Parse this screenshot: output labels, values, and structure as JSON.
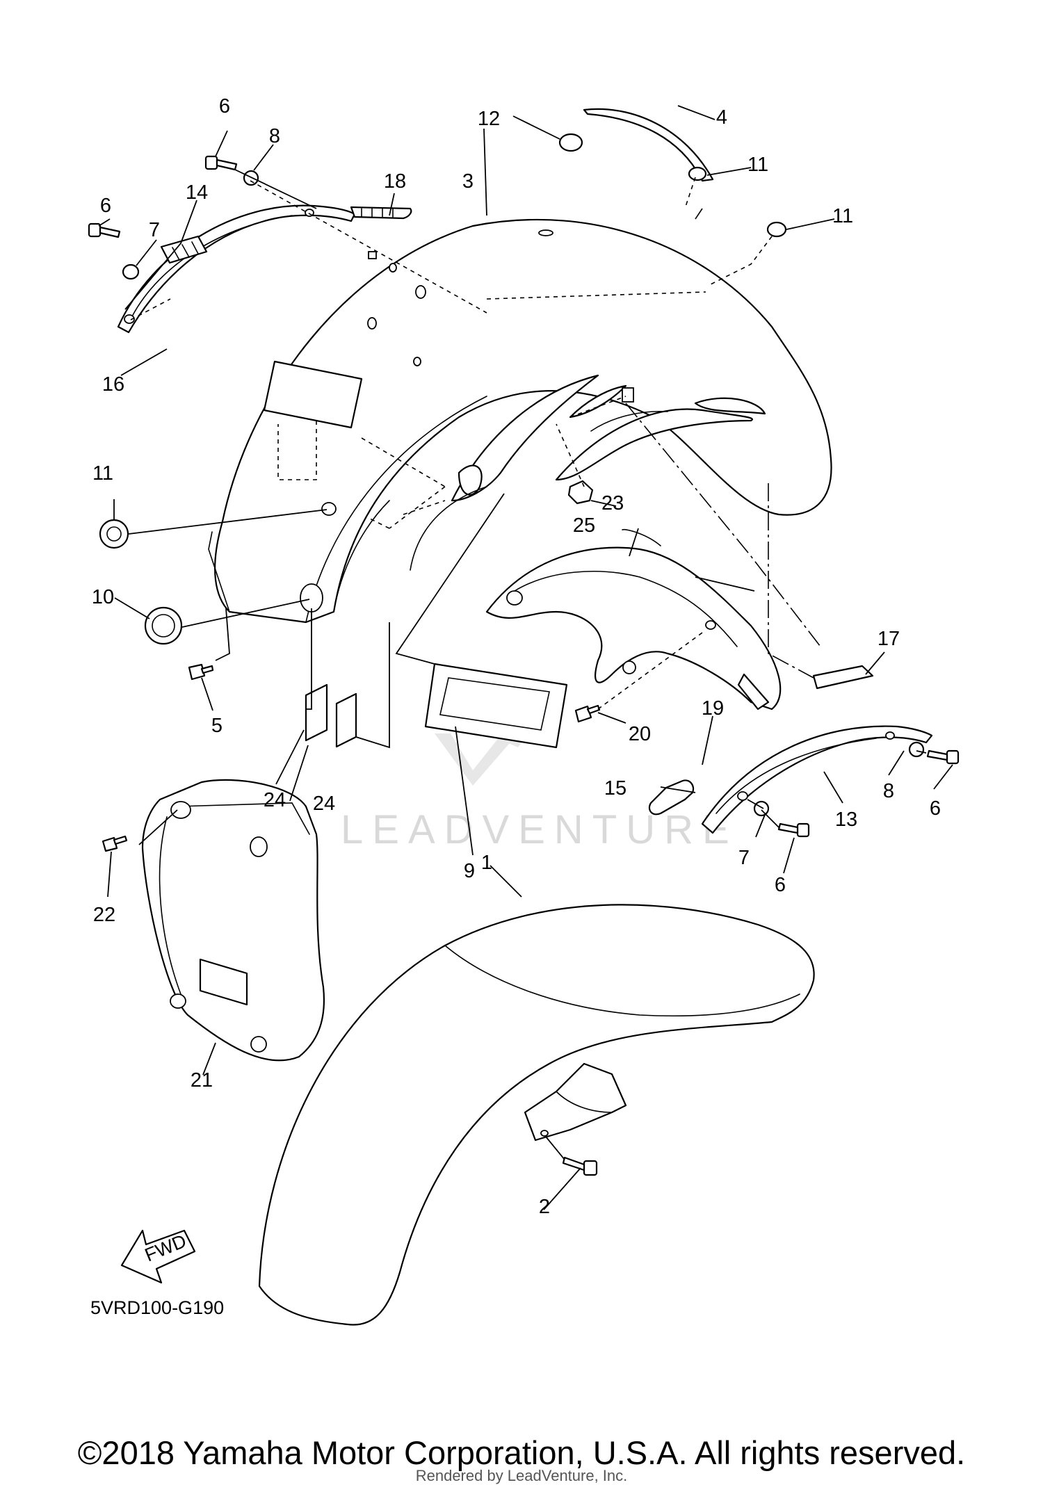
{
  "diagram_code": "5VRD100-G190",
  "fwd_label": "FWD",
  "watermark": "LEADVENTURE",
  "copyright": "©2018 Yamaha Motor Corporation, U.S.A. All rights reserved.",
  "rendered_by": "Rendered by LeadVenture, Inc.",
  "callouts": {
    "c1": "1",
    "c2": "2",
    "c3": "3",
    "c4": "4",
    "c5": "5",
    "c6a": "6",
    "c6b": "6",
    "c6c": "6",
    "c6d": "6",
    "c7a": "7",
    "c7b": "7",
    "c8a": "8",
    "c8b": "8",
    "c9": "9",
    "c10": "10",
    "c11a": "11",
    "c11b": "11",
    "c11c": "11",
    "c12": "12",
    "c13": "13",
    "c14": "14",
    "c15": "15",
    "c16": "16",
    "c17": "17",
    "c18": "18",
    "c19": "19",
    "c20": "20",
    "c21": "21",
    "c22": "22",
    "c23": "23",
    "c24a": "24",
    "c24b": "24",
    "c25": "25"
  }
}
